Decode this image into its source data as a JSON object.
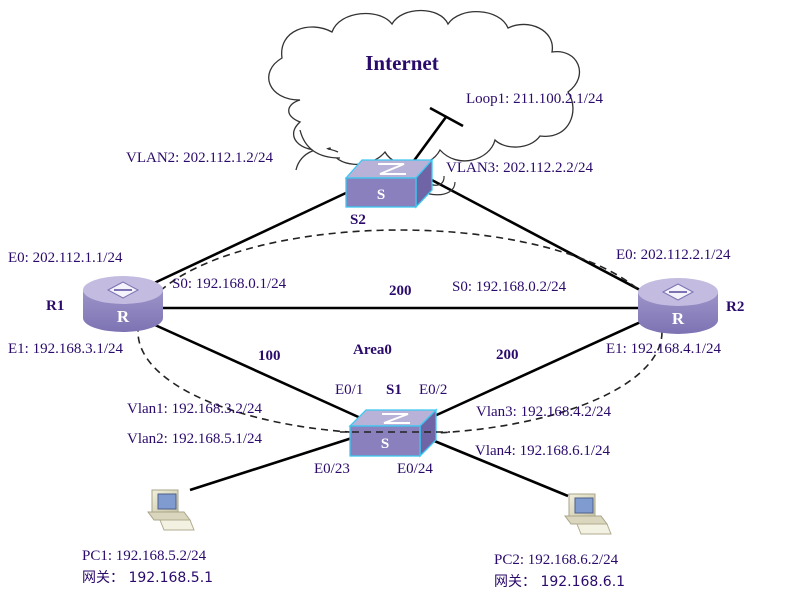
{
  "cloud": {
    "title": "Internet",
    "loopback": "Loop1: 211.100.2.1/24"
  },
  "s2": {
    "name": "S2",
    "vlan2": "VLAN2: 202.112.1.2/24",
    "vlan3": "VLAN3: 202.112.2.2/24"
  },
  "r1": {
    "name": "R1",
    "e0": "E0: 202.112.1.1/24",
    "s0": "S0: 192.168.0.1/24",
    "e1": "E1: 192.168.3.1/24"
  },
  "r2": {
    "name": "R2",
    "e0": "E0: 202.112.2.1/24",
    "s0": "S0: 192.168.0.2/24",
    "e1": "E1: 192.168.4.1/24"
  },
  "area": "Area0",
  "costs": {
    "r1_r2": "200",
    "r1_s1": "100",
    "r2_s1": "200"
  },
  "s1": {
    "name": "S1",
    "port_e01": "E0/1",
    "port_e02": "E0/2",
    "port_e023": "E0/23",
    "port_e024": "E0/24",
    "vlan1": "Vlan1: 192.168.3.2/24",
    "vlan2": "Vlan2: 192.168.5.1/24",
    "vlan3": "Vlan3: 192.168.4.2/24",
    "vlan4": "Vlan4: 192.168.6.1/24"
  },
  "pc1": {
    "ip": "PC1: 192.168.5.2/24",
    "gateway": "网关： 192.168.5.1"
  },
  "pc2": {
    "ip": "PC2: 192.168.6.2/24",
    "gateway": "网关： 192.168.6.1"
  },
  "colors": {
    "text": "#2a0a6b",
    "device_top": "#b9b2d8",
    "device_side": "#8a80bd",
    "device_dark": "#6f64a6",
    "switch_edge": "#3cc8f0"
  }
}
